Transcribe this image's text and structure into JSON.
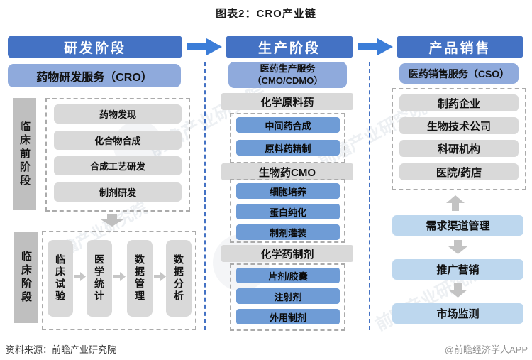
{
  "title": "图表2：CRO产业链",
  "stages": {
    "rd": {
      "header": "研发阶段",
      "service": "药物研发服务（CRO）",
      "preclinical": {
        "label": "临床前阶段",
        "items": [
          "药物发现",
          "化合物合成",
          "合成工艺研发",
          "制剂研发"
        ]
      },
      "clinical": {
        "label": "临床阶段",
        "items": [
          "临床试验",
          "医学统计",
          "数据管理",
          "数据分析"
        ]
      }
    },
    "production": {
      "header": "生产阶段",
      "service_line1": "医药生产服务",
      "service_line2": "（CMO/CDMO）",
      "sections": [
        {
          "title": "化学原料药",
          "items": [
            "中间药合成",
            "原料药精制"
          ]
        },
        {
          "title": "生物药CMO",
          "items": [
            "细胞培养",
            "蛋白纯化",
            "制剂灌装"
          ]
        },
        {
          "title": "化学药制剂",
          "items": [
            "片剂/胶囊",
            "注射剂",
            "外用制剂"
          ]
        }
      ]
    },
    "sales": {
      "header": "产品销售",
      "service": "医药销售服务（CSO）",
      "customers": [
        "制药企业",
        "生物技术公司",
        "科研机构",
        "医院/药店"
      ],
      "process": [
        "需求渠道管理",
        "推广营销",
        "市场监测"
      ]
    }
  },
  "watermark": {
    "text": "前瞻产业研究院"
  },
  "footer": {
    "source": "资料来源：前瞻产业研究院",
    "credit": "@前瞻经济学人APP"
  },
  "colors": {
    "stage_header_blue": "#4472C4",
    "service_bar_blue": "#8FAADC",
    "process_item_blue": "#6F9CD6",
    "pale_blue_box": "#BDD7EE",
    "gray_item": "#D9D9D9",
    "stage_label_gray": "#BFBFBF",
    "arrow_blue": "#3B7DD8",
    "dashed_divider_blue": "#4472C4"
  }
}
